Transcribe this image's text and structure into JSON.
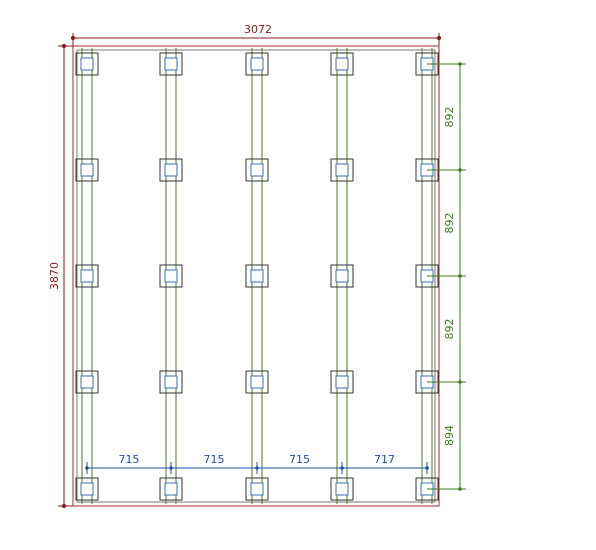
{
  "drawing": {
    "overall_width_label": "3072",
    "overall_height_label": "3870",
    "column_spacing_labels": [
      "715",
      "715",
      "715",
      "717"
    ],
    "row_spacing_labels": [
      "892",
      "892",
      "892",
      "894"
    ],
    "grid": {
      "columns": 5,
      "rows": 5
    }
  },
  "colors": {
    "overall_dimension": "#8b1a1a",
    "row_dimension": "#3a7d1a",
    "column_dimension": "#1f4fa0",
    "beam": "#4d7a2a",
    "pier_outer": "#333333",
    "pier_inner": "#3b6fb0",
    "frame": "#9b2d2d"
  }
}
